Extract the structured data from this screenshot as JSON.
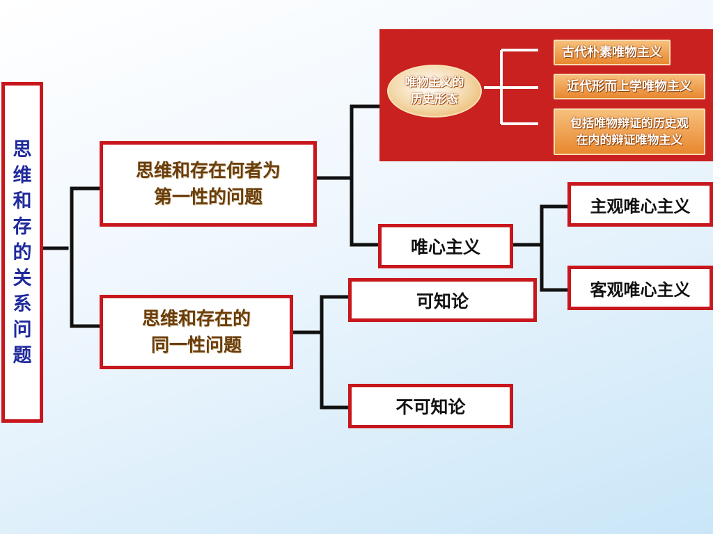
{
  "root": {
    "chars": [
      "思",
      "维",
      "和",
      "存",
      "的",
      "关",
      "系",
      "问",
      "题"
    ]
  },
  "branch_first": {
    "label": "思维和存在何者为\n第一性的问题"
  },
  "branch_identity": {
    "label": "思维和存在的\n同一性问题"
  },
  "materialism": {
    "label": "唯物主义的\n历史形态",
    "forms": [
      "古代朴素唯物主义",
      "近代形而上学唯物主义",
      "包括唯物辩证的历史观\n在内的辩证唯物主义"
    ]
  },
  "idealism": {
    "label": "唯心主义",
    "subtypes": [
      "主观唯心主义",
      "客观唯心主义"
    ]
  },
  "knowability": {
    "knowable": "可知论",
    "unknowable": "不可知论"
  },
  "colors": {
    "border": "#c8161d",
    "panel": "#c9211f",
    "root_text": "#1f2a9c",
    "branch_text": "#6a3d0a"
  }
}
